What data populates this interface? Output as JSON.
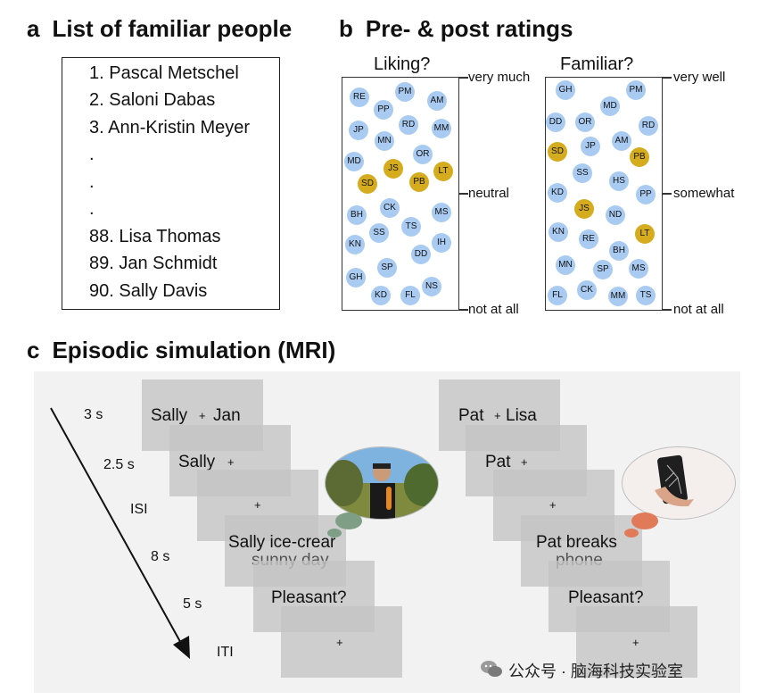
{
  "panels": {
    "a": {
      "letter": "a",
      "title": "List of familiar people"
    },
    "b": {
      "letter": "b",
      "title": "Pre- & post ratings"
    },
    "c": {
      "letter": "c",
      "title": "Episodic simulation (MRI)"
    }
  },
  "list": {
    "items": [
      "1. Pascal Metschel",
      "2. Saloni Dabas",
      "3. Ann-Kristin Meyer",
      ".",
      ".",
      ".",
      "88. Lisa Thomas",
      "89. Jan Schmidt",
      "90. Sally Davis"
    ]
  },
  "ratings": {
    "liking": {
      "title": "Liking?",
      "scale": {
        "top": "very much",
        "mid": "neutral",
        "bottom": "not at all"
      },
      "highlight_color": "#d6ac1f",
      "dot_color": "#a9cbf2",
      "dots": [
        "RE",
        "PM",
        "AM",
        "PP",
        "RD",
        "JP",
        "MM",
        "MN",
        "OR",
        "MD",
        "JS",
        "LT",
        "SD",
        "PB",
        "CK",
        "MS",
        "BH",
        "TS",
        "SS",
        "KN",
        "IH",
        "DD",
        "SP",
        "GH",
        "NS",
        "KD",
        "FL"
      ]
    },
    "familiar": {
      "title": "Familiar?",
      "scale": {
        "top": "very well",
        "mid": "somewhat",
        "bottom": "not at all"
      },
      "dots": [
        "GH",
        "PM",
        "MD",
        "DD",
        "OR",
        "RD",
        "AM",
        "JP",
        "SD",
        "PB",
        "SS",
        "HS",
        "KD",
        "PP",
        "JS",
        "ND",
        "KN",
        "RE",
        "LT",
        "BH",
        "MN",
        "SP",
        "MS",
        "FL",
        "CK",
        "MM",
        "TS"
      ]
    }
  },
  "simulation": {
    "timings": [
      "3 s",
      "2.5 s",
      "ISI",
      "8 s",
      "5 s",
      "ITI"
    ],
    "left": {
      "s1_name_a": "Sally",
      "s1_plus": "+",
      "s1_name_b": "Jan",
      "s2_name": "Sally",
      "s2_plus": "+",
      "s3_plus": "+",
      "s4_line1": "Sally ice-crear",
      "s4_line2": "sunny day",
      "s5": "Pleasant?",
      "s6": "+"
    },
    "right": {
      "s1_name_a": "Pat",
      "s1_plus": "+",
      "s1_name_b": "Lisa",
      "s2_name": "Pat",
      "s2_plus": "+",
      "s3_plus": "+",
      "s4_line1": "Pat breaks",
      "s4_line2": "phone",
      "s5": "Pleasant?",
      "s6": "+"
    }
  },
  "watermark": {
    "text": "公众号 · 脑海科技实验室"
  }
}
